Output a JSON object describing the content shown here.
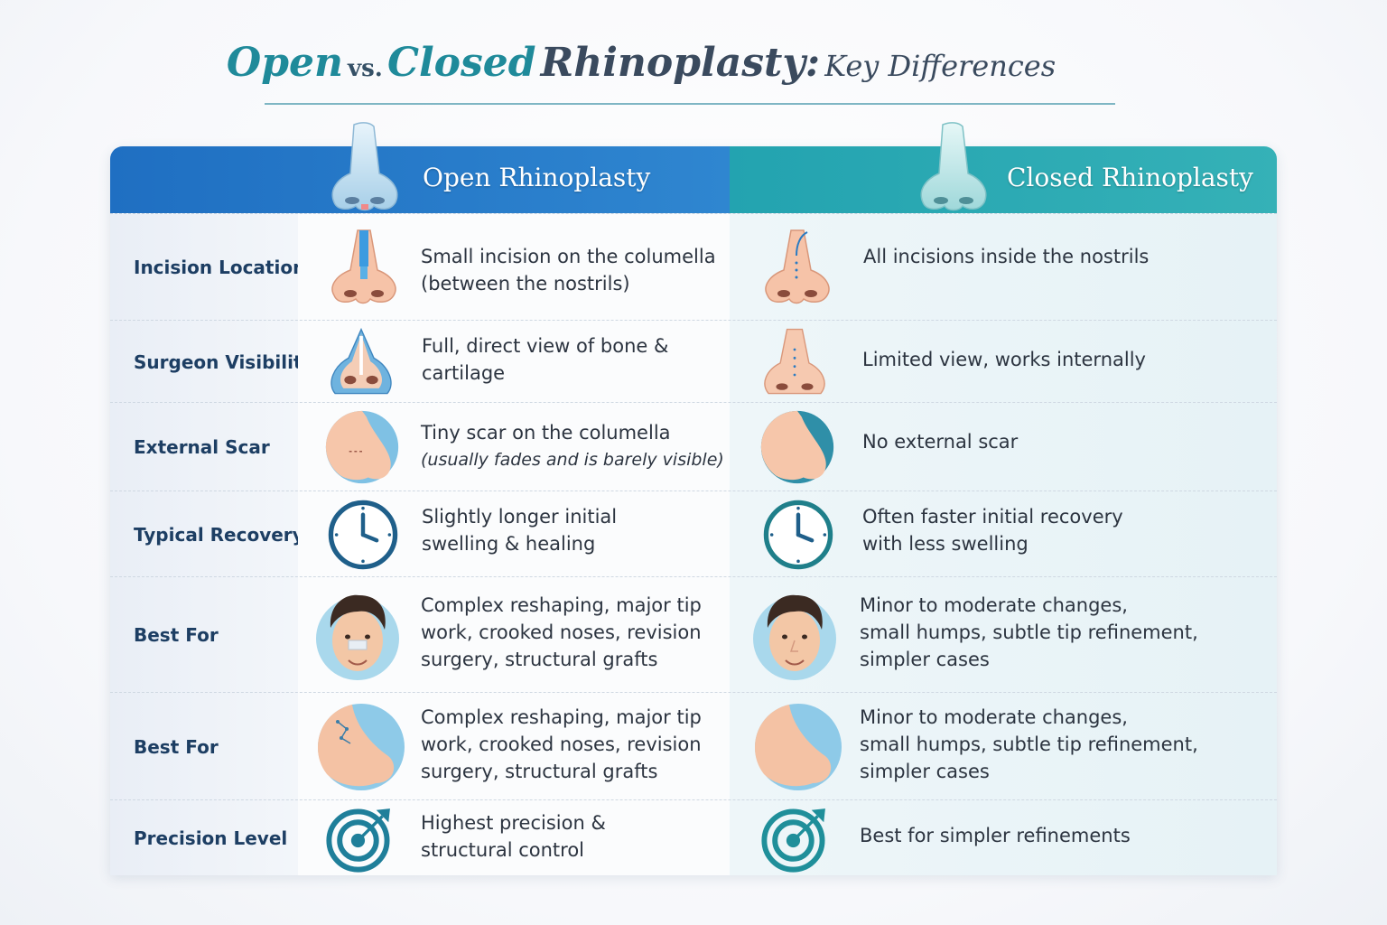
{
  "title": {
    "open": "Open",
    "vs": "vs.",
    "closed": "Closed",
    "rhinoplasty": "Rhinoplasty:",
    "subtitle": "Key Differences"
  },
  "headers": {
    "open": "Open Rhinoplasty",
    "closed": "Closed Rhinoplasty"
  },
  "colors": {
    "open_header": "#1f6fc2",
    "closed_header": "#23a3b0",
    "accent": "#1f8a9a",
    "label_text": "#1d3e63"
  },
  "rows": [
    {
      "label": "Incision Location",
      "open_icon": "nose-incision-icon",
      "closed_icon": "nose-internal-incision-icon",
      "open_text": [
        "Small incision on the columella",
        "(between the nostrils)"
      ],
      "closed_text": [
        "All incisions inside the nostrils"
      ]
    },
    {
      "label": "Surgeon Visibility",
      "open_icon": "nose-open-view-icon",
      "closed_icon": "nose-limited-view-icon",
      "open_text": [
        "Full, direct view of bone &",
        "cartilage"
      ],
      "closed_text": [
        "Limited view, works internally"
      ]
    },
    {
      "label": "External Scar",
      "open_icon": "nose-scar-icon",
      "closed_icon": "nose-no-scar-icon",
      "open_text": [
        "Tiny scar on the columella",
        "(usually fades and is barely visible)"
      ],
      "closed_text": [
        "No external scar"
      ]
    },
    {
      "label": "Typical Recovery",
      "open_icon": "clock-icon",
      "closed_icon": "clock-icon",
      "open_text": [
        "Slightly longer initial",
        "swelling & healing"
      ],
      "closed_text": [
        "Often faster initial recovery",
        "with less swelling"
      ]
    },
    {
      "label": "Best For",
      "open_icon": "patient-bandaged-icon",
      "closed_icon": "patient-icon",
      "open_text": [
        "Complex reshaping, major tip",
        "work, crooked noses, revision",
        "surgery, structural grafts"
      ],
      "closed_text": [
        "Minor to moderate changes,",
        "small humps, subtle tip refinement,",
        "simpler cases"
      ]
    },
    {
      "label": "Best For",
      "open_icon": "nose-grafts-icon",
      "closed_icon": "nose-profile-icon",
      "open_text": [
        "Complex reshaping, major tip",
        "work, crooked noses, revision",
        "surgery, structural grafts"
      ],
      "closed_text": [
        "Minor to moderate changes,",
        "small humps, subtle tip refinement,",
        "simpler cases"
      ]
    },
    {
      "label": "Precision Level",
      "open_icon": "target-icon",
      "closed_icon": "target-icon",
      "open_text": [
        "Highest precision &",
        "structural control"
      ],
      "closed_text": [
        "Best for simpler refinements"
      ]
    }
  ]
}
